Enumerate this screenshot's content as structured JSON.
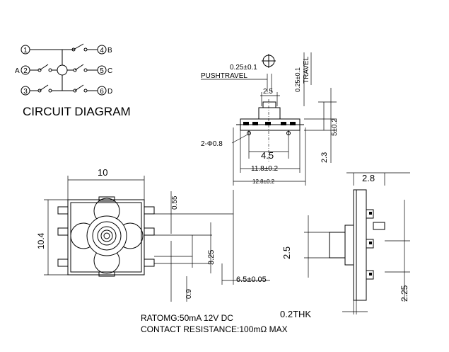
{
  "circuit": {
    "title": "CIRCUIT DIAGRAM",
    "pins": {
      "p1": "1",
      "p2": "2",
      "p3": "3",
      "p4": "4",
      "p5": "5",
      "p6": "6"
    },
    "letters": {
      "a": "A",
      "b": "B",
      "c": "C",
      "d": "D"
    }
  },
  "side_view": {
    "pushtravel_value": "0.25±0.1",
    "pushtravel_label": "PUSHTRAVEL",
    "travel_value": "0.25±0.1",
    "travel_label": "TRAVEL",
    "dim_2_5": "2.5",
    "dim_5_0_2": "5±0.2",
    "dim_2_3": "2.3",
    "pin_hole": "2-Φ0.8",
    "dim_4_5": "4.5",
    "dim_11_8": "11.8±0.2",
    "dim_12_8": "12.8±0.2"
  },
  "top_view": {
    "dim_10": "10",
    "dim_10_4": "10.4",
    "dim_0_55": "0.55",
    "dim_3_25": "3.25",
    "dim_0_9": "0.9",
    "dim_6_5": "6.5±0.05"
  },
  "end_view": {
    "dim_2_8": "2.8",
    "dim_2_5": "2.5",
    "dim_2_25": "2.25",
    "thk": "0.2THK"
  },
  "specs": {
    "rating": "RATOMG:50mA 12V DC",
    "contact": "CONTACT RESISTANCE:100mΩ  MAX"
  }
}
